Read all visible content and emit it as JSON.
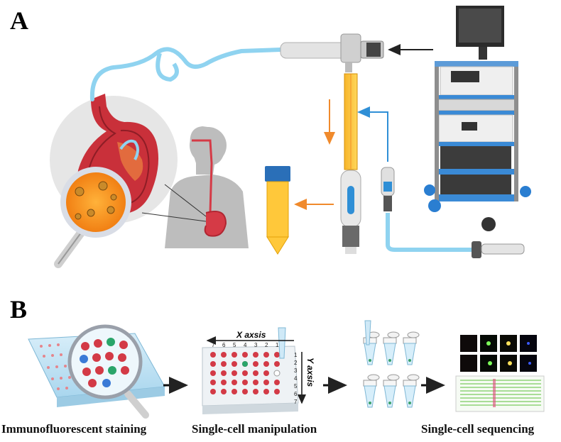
{
  "panels": {
    "a": {
      "label": "A"
    },
    "b": {
      "label": "B"
    }
  },
  "workflow_b": {
    "steps": [
      {
        "caption": "Immunofluorescent staining"
      },
      {
        "caption": "Single-cell manipulation"
      },
      {
        "caption": "Single-cell sequencing"
      }
    ],
    "plate": {
      "x_axis_label": "X axsis",
      "y_axis_label": "Y axsis",
      "x_ticks": [
        "7",
        "6",
        "5",
        "4",
        "3",
        "2",
        "1"
      ],
      "y_ticks": [
        "1",
        "2",
        "3",
        "4",
        "5",
        "6",
        "7"
      ]
    }
  },
  "colors": {
    "stomach": "#c9303a",
    "tube_blue": "#8fd3f0",
    "flow_orange": "#f08a2c",
    "flow_blue": "#2f8fd6",
    "cart_blue": "#2a7ed1",
    "silhouette": "#b9b9b9"
  }
}
